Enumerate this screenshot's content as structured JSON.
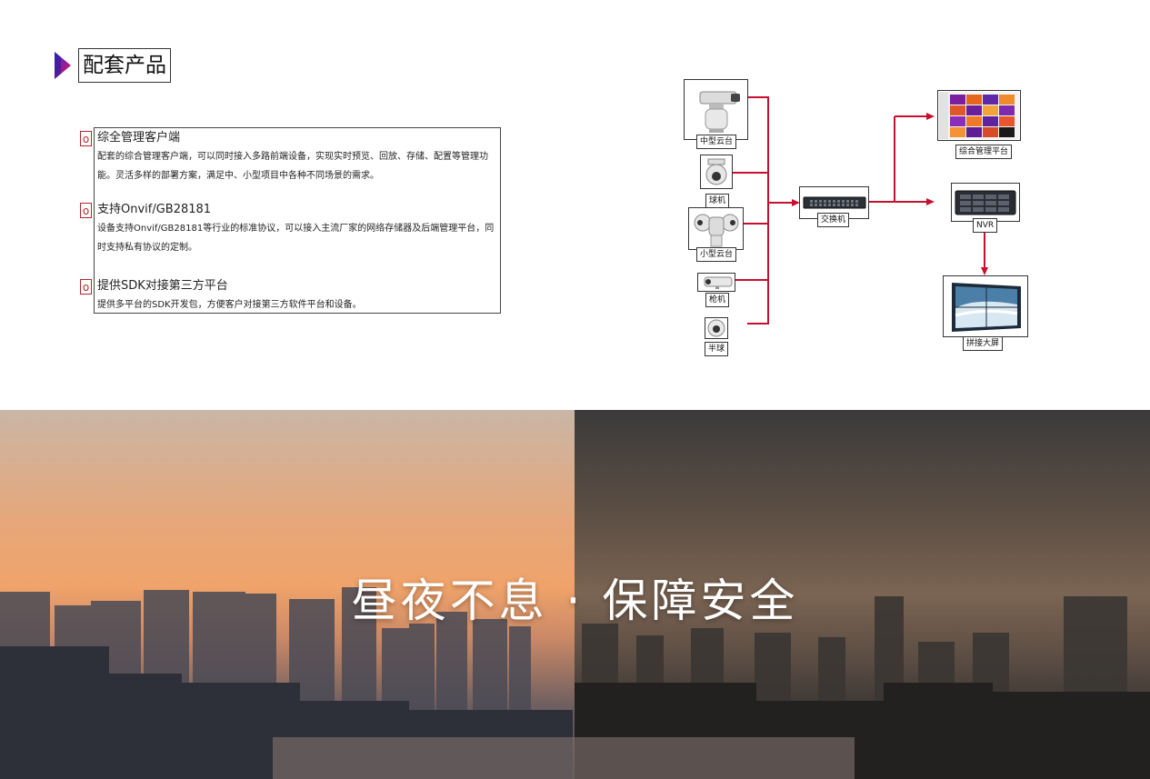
{
  "section": {
    "title": "配套产品"
  },
  "features": [
    {
      "bullet": "o",
      "title": "综全管理客户端",
      "desc": "配套的综合管理客户端，可以同时接入多路前端设备，实现实时预览、回放、存储、配置等管理功能。灵活多样的部署方案，满足中、小型项目中各种不同场景的需求。"
    },
    {
      "bullet": "o",
      "title": "支持Onvif/GB28181",
      "desc": "设备支持Onvif/GB28181等行业的标准协议，可以接入主流厂家的网络存储器及后端管理平台，同时支持私有协议的定制。"
    },
    {
      "bullet": "o",
      "title": "提供SDK对接第三方平台",
      "desc": "提供多平台的SDK开发包，方便客户对接第三方软件平台和设备。"
    }
  ],
  "diagram": {
    "devices": [
      {
        "label": "中型云台",
        "icon": "ptz-camera-icon"
      },
      {
        "label": "球机",
        "icon": "dome-camera-icon"
      },
      {
        "label": "小型云台",
        "icon": "small-ptz-camera-icon"
      },
      {
        "label": "枪机",
        "icon": "bullet-camera-icon"
      },
      {
        "label": "半球",
        "icon": "mini-dome-camera-icon"
      }
    ],
    "switch": {
      "label": "交换机",
      "icon": "network-switch-icon"
    },
    "platform": {
      "label": "综合管理平台",
      "icon": "management-screen-icon"
    },
    "nvr": {
      "label": "NVR",
      "icon": "nvr-icon"
    },
    "videowall": {
      "label": "拼接大屏",
      "icon": "video-wall-icon"
    },
    "line_color": "#c8102e"
  },
  "banner": {
    "text": "昼夜不息 · 保障安全"
  }
}
